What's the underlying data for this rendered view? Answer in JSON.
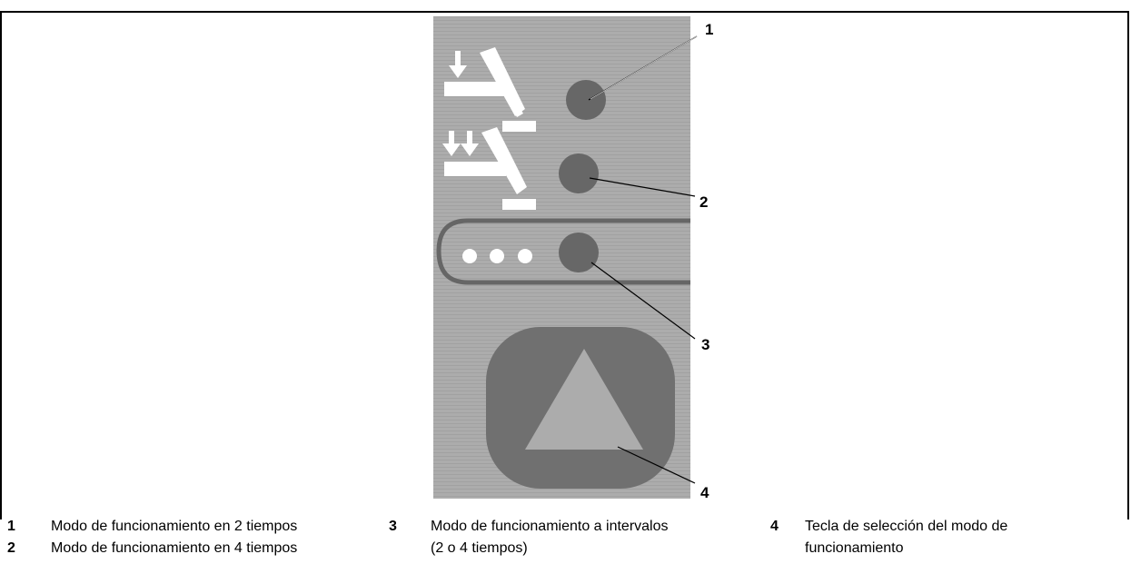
{
  "callouts": {
    "c1": "1",
    "c2": "2",
    "c3": "3",
    "c4": "4"
  },
  "legend": [
    {
      "number": "1",
      "text": "Modo de funcionamiento en 2 tiempos"
    },
    {
      "number": "2",
      "text": "Modo de funcionamiento en 4 tiempos"
    },
    {
      "number": "3",
      "text": "Modo de funcionamiento a intervalos",
      "text2": "(2 o 4 tiempos)"
    },
    {
      "number": "4",
      "text": "Tecla de selección del modo de",
      "text2": "funcionamiento"
    }
  ],
  "colors": {
    "panel": "#a9a9a9",
    "led": "#6a6a6a",
    "key": "#717171",
    "icon": "#ffffff",
    "triangle": "#b0b0b0"
  }
}
